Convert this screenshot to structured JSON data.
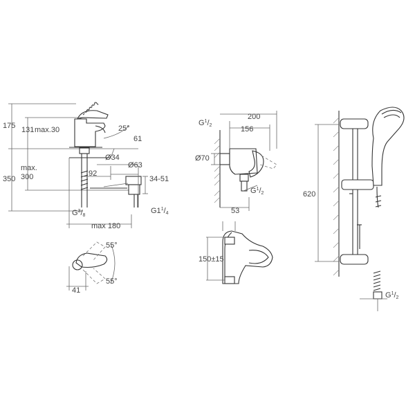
{
  "labels": {
    "h175": "175",
    "h131": "131",
    "max30": "max.30",
    "deg25": "25°",
    "v61": "61",
    "d34": "Ø34",
    "max": "max.",
    "v300": "300",
    "h350": "350",
    "v92": "92",
    "d63": "Ø63",
    "r3451": "34-51",
    "g38_base": "G",
    "g38_frac_num": "3",
    "g38_frac_den": "8",
    "g114_base": "G1",
    "g114_frac_num": "1",
    "g114_frac_den": "4",
    "max180": "max 180",
    "deg55a": "55°",
    "deg55b": "55°",
    "v41": "41",
    "g12a_base": "G",
    "g12a_num": "1",
    "g12a_den": "2",
    "v200": "200",
    "v156": "156",
    "d70": "Ø70",
    "g12b_base": "G",
    "g12b_num": "1",
    "g12b_den": "2",
    "v53": "53",
    "v150": "150±15",
    "v620": "620",
    "g12c_base": "G",
    "g12c_num": "1",
    "g12c_den": "2"
  }
}
